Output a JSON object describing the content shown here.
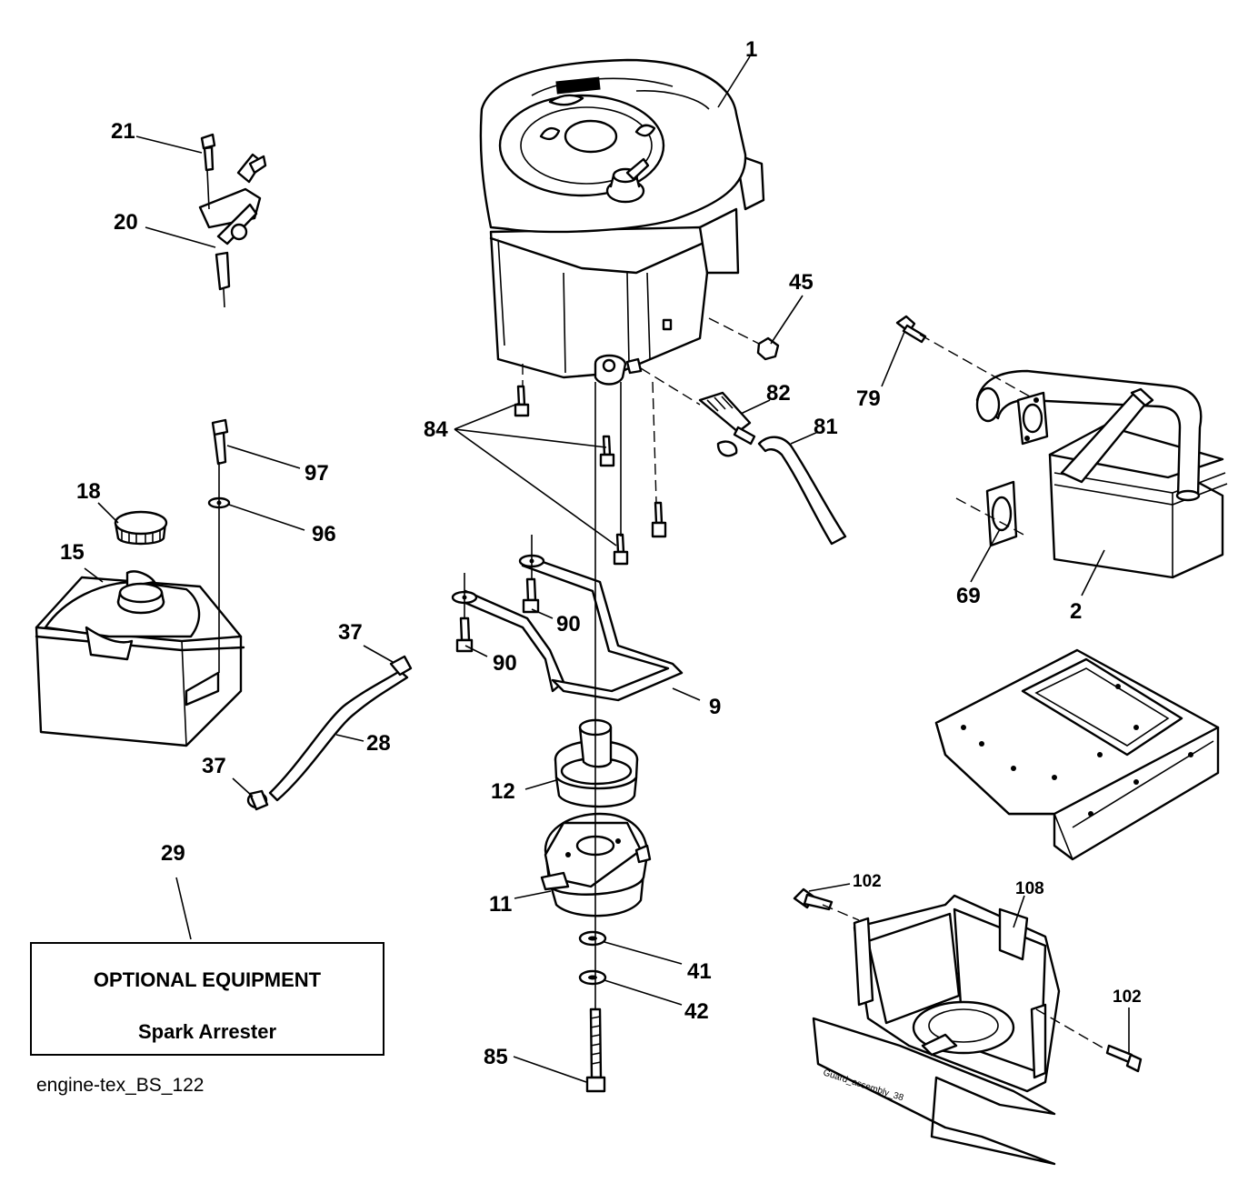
{
  "callouts": {
    "p1": "1",
    "p2": "2",
    "p9": "9",
    "p11": "11",
    "p12": "12",
    "p15": "15",
    "p18": "18",
    "p20": "20",
    "p21": "21",
    "p28": "28",
    "p29": "29",
    "p37a": "37",
    "p37b": "37",
    "p41": "41",
    "p42": "42",
    "p45": "45",
    "p69": "69",
    "p79": "79",
    "p81": "81",
    "p82": "82",
    "p84": "84",
    "p85": "85",
    "p90a": "90",
    "p90b": "90",
    "p96": "96",
    "p97": "97",
    "p102a": "102",
    "p102b": "102",
    "p108": "108"
  },
  "optional_equipment": {
    "title": "OPTIONAL EQUIPMENT",
    "item": "Spark Arrester"
  },
  "diagram_id": "engine-tex_BS_122",
  "guard_label": "Guard_assembly_38"
}
